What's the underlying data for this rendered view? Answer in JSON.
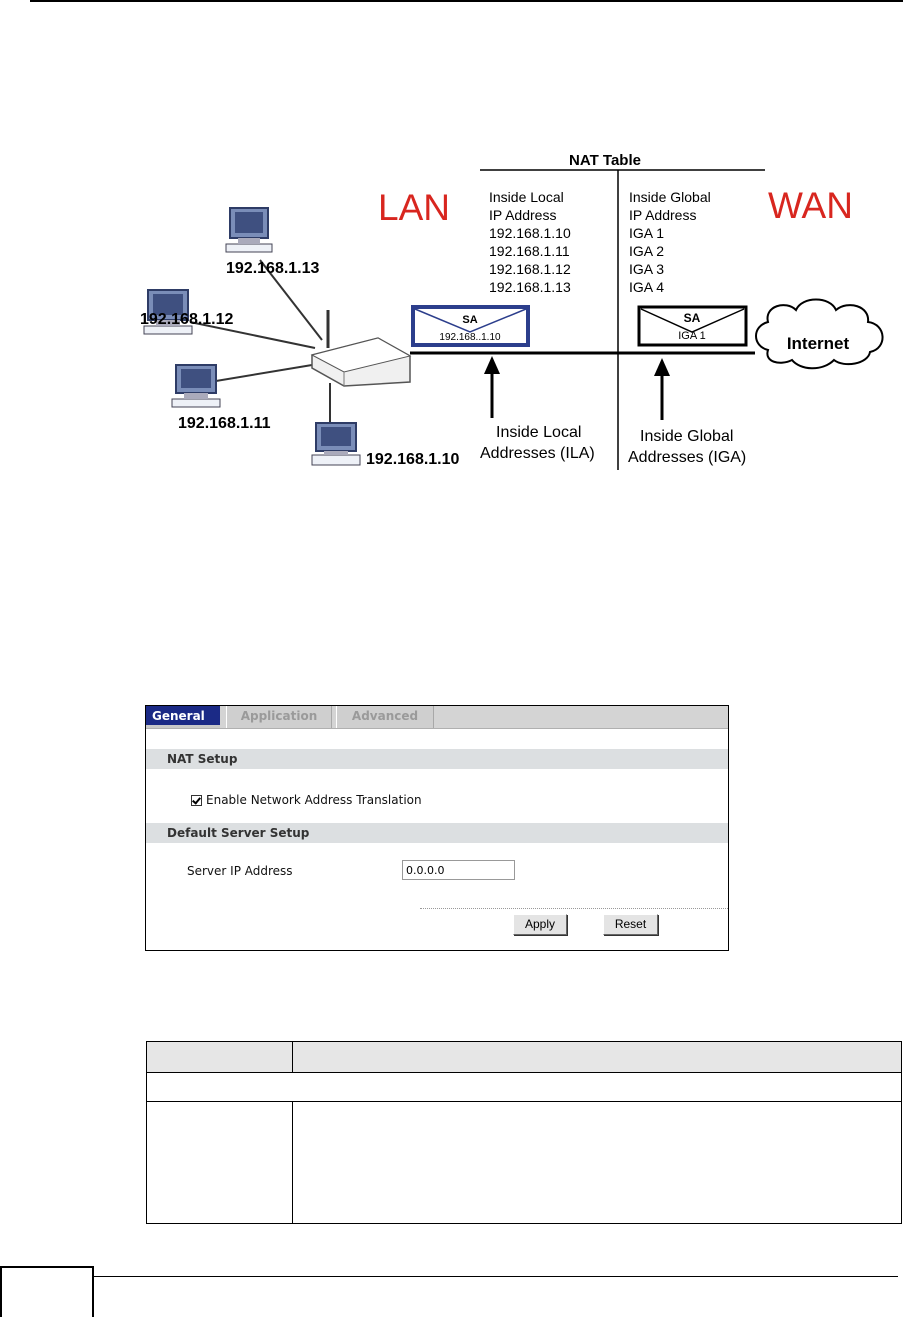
{
  "diagram": {
    "nat_table_title": "NAT Table",
    "lan_label": "LAN",
    "wan_label": "WAN",
    "left_col": [
      "Inside Local",
      "IP Address",
      "192.168.1.10",
      "192.168.1.11",
      "192.168.1.12",
      "192.168.1.13"
    ],
    "right_col": [
      "Inside Global",
      "IP Address",
      "IGA 1",
      "IGA 2",
      "IGA 3",
      "IGA 4"
    ],
    "hosts": [
      "192.168.1.13",
      "192.168.1.12",
      "192.168.1.11",
      "192.168.1.10"
    ],
    "packet_left": {
      "sa": "SA",
      "addr": "192.168..1.10"
    },
    "packet_right": {
      "sa": "SA",
      "addr": "IGA 1"
    },
    "cloud_label": "Internet",
    "ila_label": [
      "Inside Local",
      "Addresses (ILA)"
    ],
    "iga_label": [
      "Inside Global",
      "Addresses (IGA)"
    ],
    "colors": {
      "accent_red": "#d8261f",
      "envelope_blue": "#2c3e8c"
    }
  },
  "screen": {
    "tabs": {
      "general": "General",
      "application": "Application",
      "advanced": "Advanced"
    },
    "nat_setup_title": "NAT Setup",
    "enable_nat_label": "Enable Network Address Translation",
    "enable_nat_checked": true,
    "default_server_title": "Default Server Setup",
    "server_ip_label": "Server IP Address",
    "server_ip_value": "0.0.0.0",
    "apply_label": "Apply",
    "reset_label": "Reset",
    "colors": {
      "active_tab": "#1b2a86",
      "section_bar": "#dcdfe1"
    }
  }
}
